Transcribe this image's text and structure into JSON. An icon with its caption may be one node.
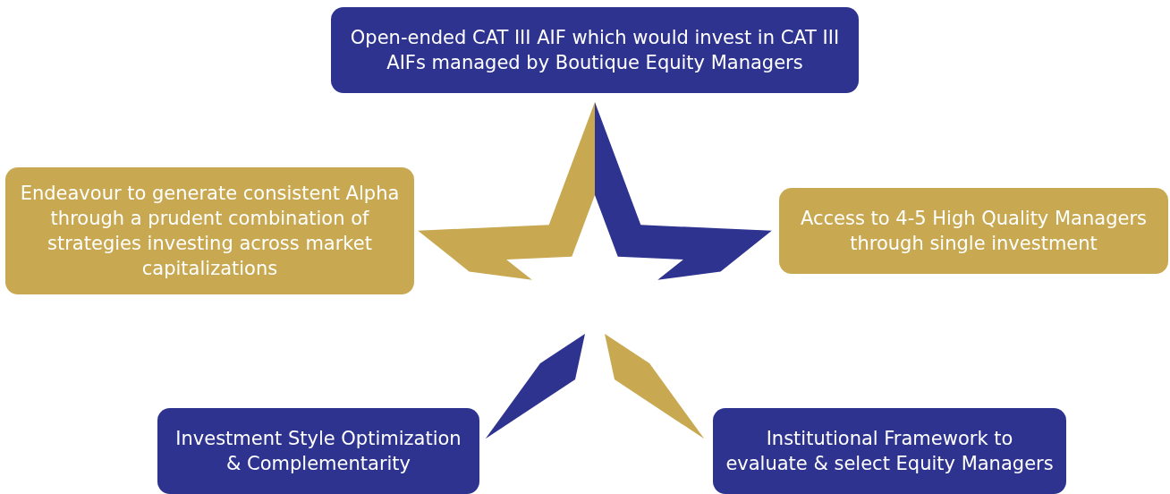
{
  "diagram": {
    "nodes": [
      {
        "text": [
          "Open-ended CAT III AIF which would invest in CAT III AIFs managed by Boutique Equity Managers"
        ]
      },
      {
        "text": [
          "Endeavour to generate consistent Alpha through a prudent combination of strategies investing across market capitalizations"
        ]
      },
      {
        "text": [
          "Access to 4-5 High Quality Managers through single investment"
        ]
      },
      {
        "text": [
          "Investment Style Optimization & Complementarity"
        ]
      },
      {
        "text": [
          "Institutional Framework to evaluate & select Equity Managers"
        ]
      }
    ]
  }
}
